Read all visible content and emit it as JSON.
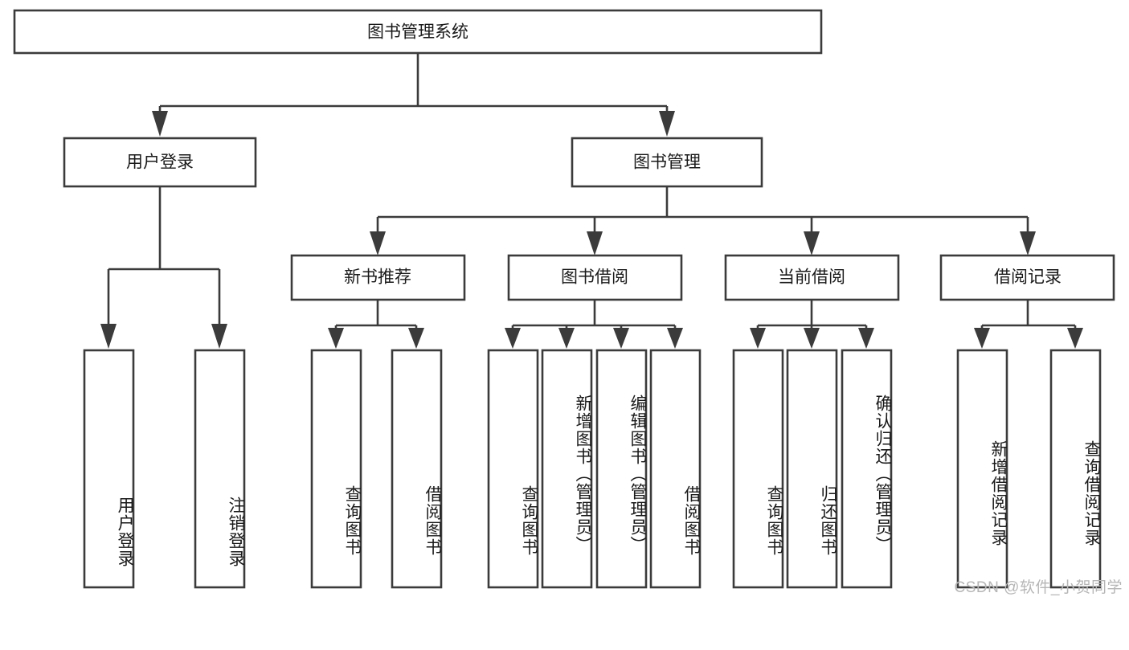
{
  "diagram": {
    "type": "tree-hierarchy",
    "title": "图书管理系统",
    "watermark": "CSDN @软件_小贺同学",
    "colors": {
      "stroke": "#3b3b3b",
      "fill": "#ffffff",
      "text": "#1a1a1a",
      "watermark": "#b6b6b6",
      "background": "#ffffff"
    },
    "root": {
      "label": "图书管理系统",
      "name": "node-book-management-system"
    },
    "level2": [
      {
        "label": "用户登录",
        "name": "node-user-login"
      },
      {
        "label": "图书管理",
        "name": "node-book-management"
      }
    ],
    "level3": [
      {
        "label": "新书推荐",
        "name": "node-new-book-recommend"
      },
      {
        "label": "图书借阅",
        "name": "node-book-borrow"
      },
      {
        "label": "当前借阅",
        "name": "node-current-borrow"
      },
      {
        "label": "借阅记录",
        "name": "node-borrow-record"
      }
    ],
    "leaves": [
      {
        "label": "用户登录",
        "name": "leaf-user-login",
        "parent": "用户登录"
      },
      {
        "label": "注销登录",
        "name": "leaf-user-logout",
        "parent": "用户登录"
      },
      {
        "label": "查询图书",
        "name": "leaf-query-book-recommend",
        "parent": "新书推荐"
      },
      {
        "label": "借阅图书",
        "name": "leaf-borrow-book-recommend",
        "parent": "新书推荐"
      },
      {
        "label": "查询图书",
        "name": "leaf-query-book-borrow",
        "parent": "图书借阅"
      },
      {
        "label": "新增图书（管理员）",
        "name": "leaf-add-book-admin",
        "parent": "图书借阅"
      },
      {
        "label": "编辑图书（管理员）",
        "name": "leaf-edit-book-admin",
        "parent": "图书借阅"
      },
      {
        "label": "借阅图书",
        "name": "leaf-borrow-book",
        "parent": "图书借阅"
      },
      {
        "label": "查询图书",
        "name": "leaf-query-book-current",
        "parent": "当前借阅"
      },
      {
        "label": "归还图书",
        "name": "leaf-return-book",
        "parent": "当前借阅"
      },
      {
        "label": "确认归还（管理员）",
        "name": "leaf-confirm-return-admin",
        "parent": "当前借阅"
      },
      {
        "label": "新增借阅记录",
        "name": "leaf-add-borrow-record",
        "parent": "借阅记录"
      },
      {
        "label": "查询借阅记录",
        "name": "leaf-query-borrow-record",
        "parent": "借阅记录"
      }
    ]
  }
}
